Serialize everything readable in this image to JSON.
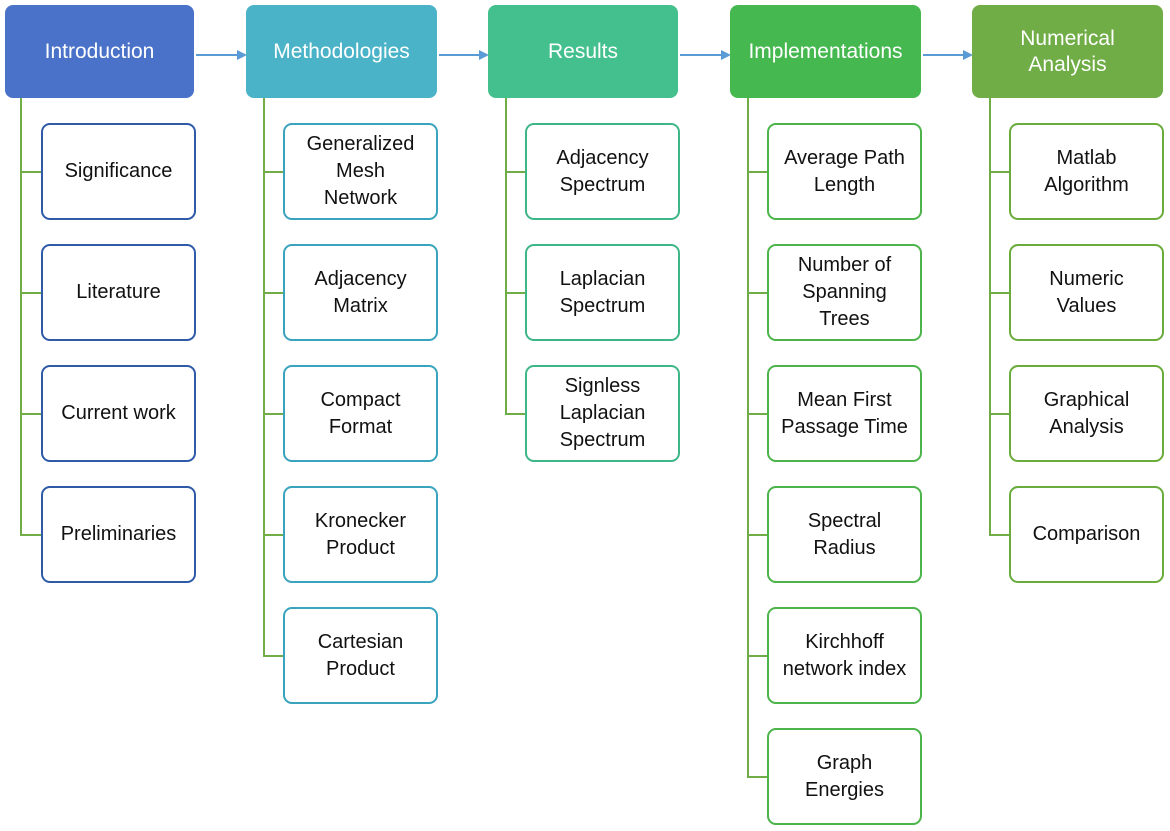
{
  "columns": [
    {
      "title": "Introduction",
      "color": "#4a72c8",
      "border": "#2e5aa8",
      "items": [
        "Significance",
        "Literature",
        "Current work",
        "Preliminaries"
      ]
    },
    {
      "title": "Methodologies",
      "color": "#4ab3c8",
      "border": "#3aa3bd",
      "items": [
        "Generalized\nMesh\nNetwork",
        "Adjacency\nMatrix",
        "Compact\nFormat",
        "Kronecker\nProduct",
        "Cartesian\nProduct"
      ]
    },
    {
      "title": "Results",
      "color": "#44c08e",
      "border": "#3fb688",
      "items": [
        "Adjacency\nSpectrum",
        "Laplacian\nSpectrum",
        "Signless\nLaplacian\nSpectrum"
      ]
    },
    {
      "title": "Implementations",
      "color": "#46b850",
      "border": "#4cb44a",
      "items": [
        "Average Path\nLength",
        "Number of\nSpanning\nTrees",
        "Mean First\nPassage Time",
        "Spectral\nRadius",
        "Kirchhoff\nnetwork index",
        "Graph\nEnergies"
      ]
    },
    {
      "title": "Numerical\nAnalysis",
      "color": "#70ad47",
      "border": "#6aac3c",
      "items": [
        "Matlab\nAlgorithm",
        "Numeric\nValues",
        "Graphical\nAnalysis",
        "Comparison"
      ]
    }
  ],
  "colors": {
    "connector": "#70ad47",
    "arrow": "#5b9bd5"
  }
}
